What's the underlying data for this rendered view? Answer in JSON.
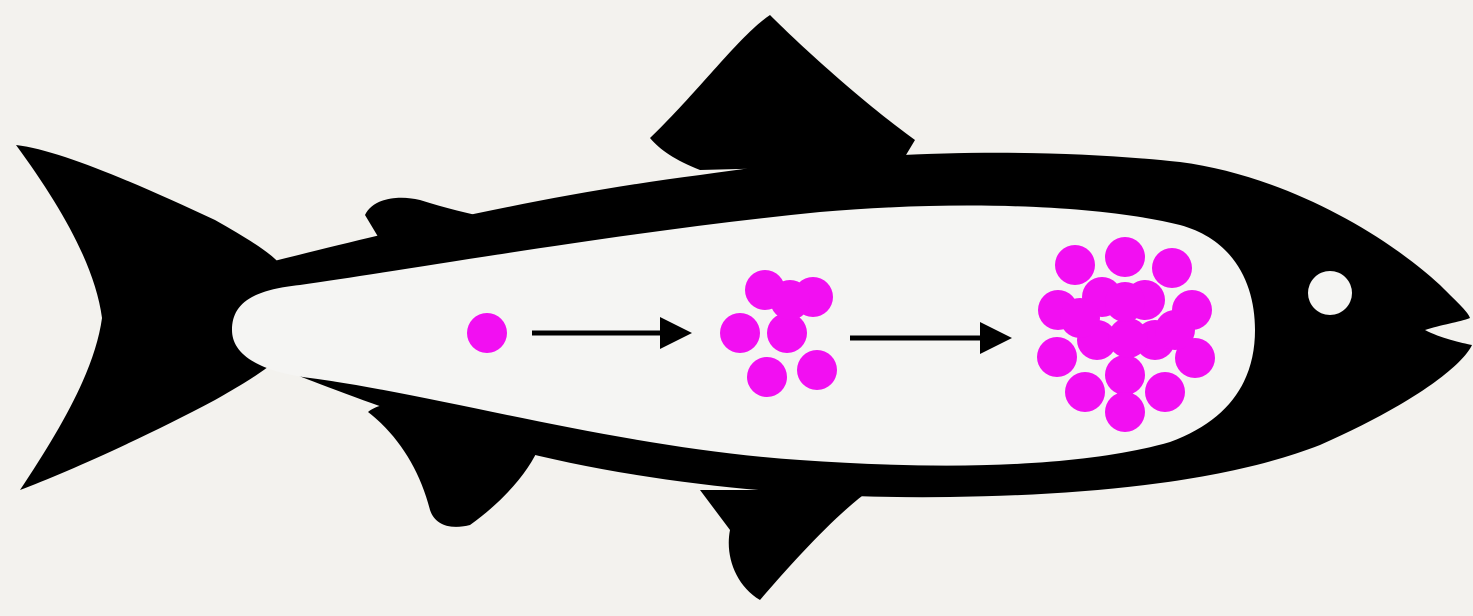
{
  "colors": {
    "background": "#f3f2ee",
    "fish": "#000000",
    "body_cavity": "#f5f5f3",
    "cells": "#f20ff2",
    "arrow": "#000000"
  },
  "icons": {
    "fish": "fish-silhouette-icon",
    "arrow": "right-arrow-icon",
    "cell": "cell-dot-icon"
  },
  "stages": [
    {
      "name": "single-cell",
      "cell_count": 1
    },
    {
      "name": "small-cluster",
      "cell_count": 7
    },
    {
      "name": "large-cluster",
      "cell_count": 19
    }
  ],
  "arrows_count": 2
}
